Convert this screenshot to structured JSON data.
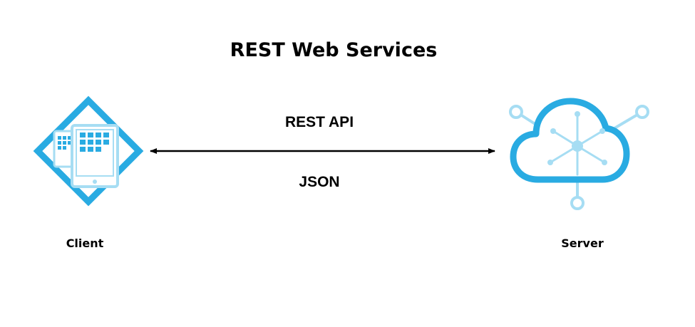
{
  "title": "REST Web Services",
  "edge": {
    "label_top": "REST API",
    "label_bottom": "JSON"
  },
  "client": {
    "label": "Client",
    "icon": "devices-diamond-icon"
  },
  "server": {
    "label": "Server",
    "icon": "cloud-network-icon"
  },
  "colors": {
    "accent": "#29ABE2",
    "accent_light": "#A6DDF3",
    "text": "#000000"
  }
}
